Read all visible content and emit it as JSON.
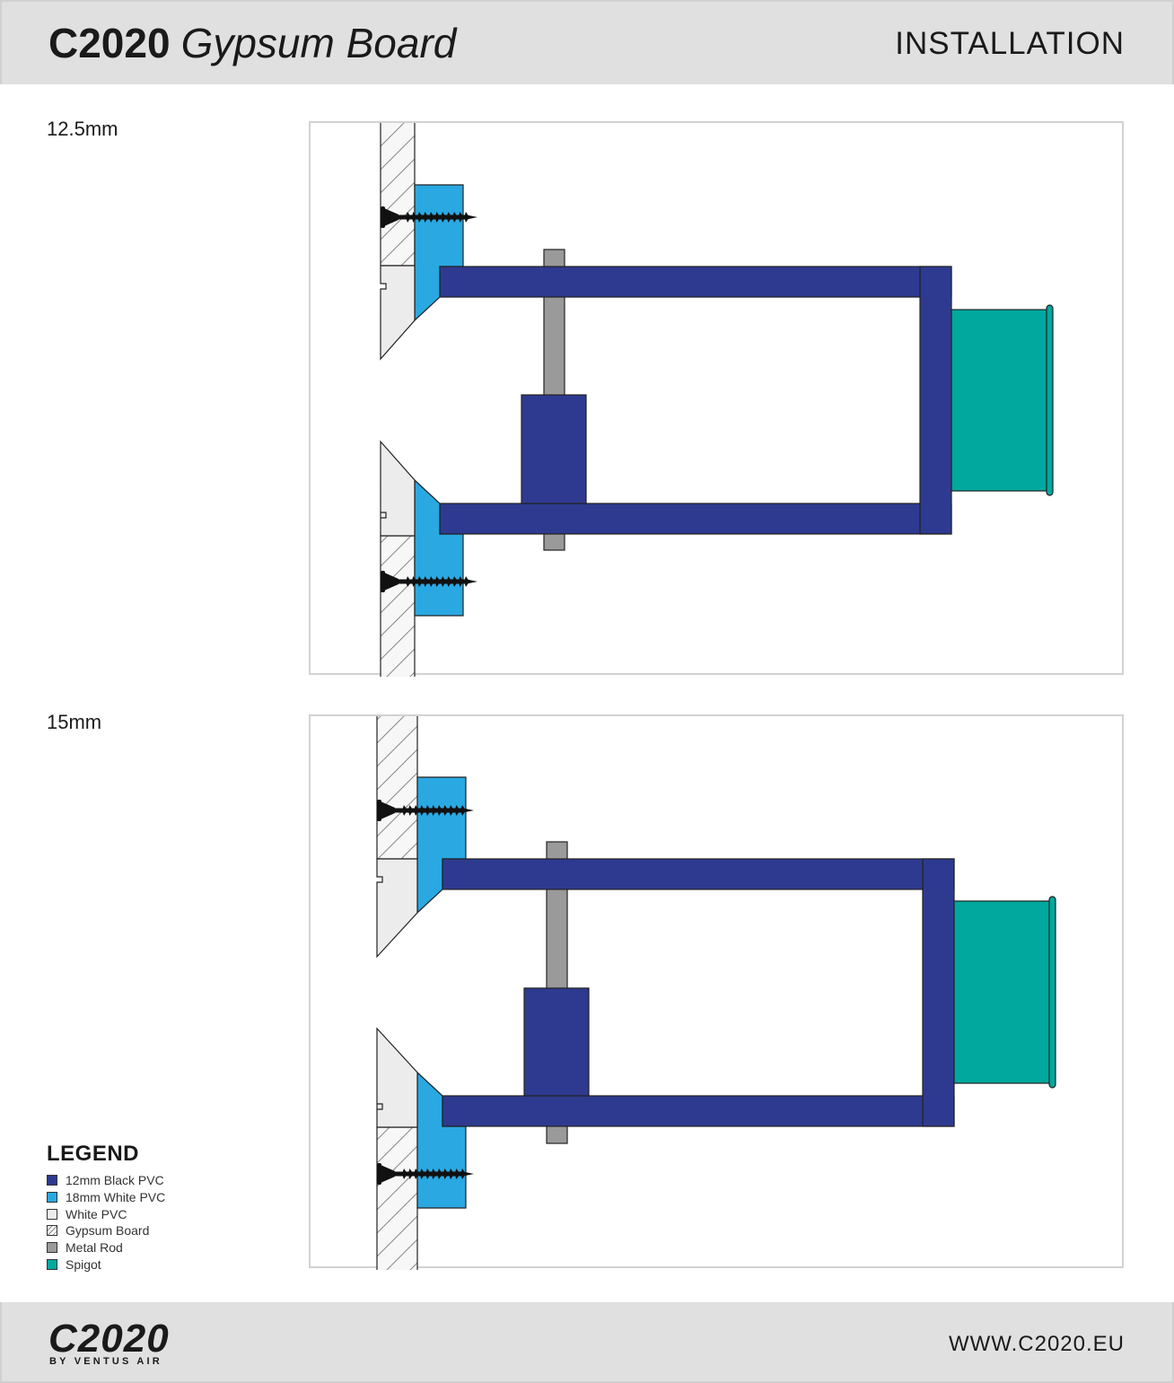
{
  "header": {
    "brand": "C2020",
    "product": "Gypsum Board",
    "section": "INSTALLATION"
  },
  "diagrams": [
    {
      "label": "12.5mm"
    },
    {
      "label": "15mm"
    }
  ],
  "legend": {
    "title": "LEGEND",
    "items": [
      {
        "label": "12mm Black PVC",
        "color": "#2e3a8f",
        "icon": "solid-swatch"
      },
      {
        "label": "18mm White PVC",
        "color": "#2aa8e2",
        "icon": "solid-swatch"
      },
      {
        "label": "White PVC",
        "color": "#ececec",
        "icon": "solid-swatch"
      },
      {
        "label": "Gypsum Board",
        "color": "#f7f7f7",
        "icon": "hatched-swatch"
      },
      {
        "label": "Metal Rod",
        "color": "#9a9a9a",
        "icon": "solid-swatch"
      },
      {
        "label": "Spigot",
        "color": "#00a89e",
        "icon": "solid-swatch"
      }
    ]
  },
  "footer": {
    "logo_main": "C2020",
    "logo_sub": "BY VENTUS AIR",
    "website": "WWW.C2020.EU"
  },
  "colors": {
    "black_pvc": "#2e3a8f",
    "white_pvc_18": "#2aa8e2",
    "white_pvc": "#ececec",
    "gypsum": "#f7f7f7",
    "metal_rod": "#9a9a9a",
    "spigot": "#00a89e",
    "screw": "#111111"
  }
}
